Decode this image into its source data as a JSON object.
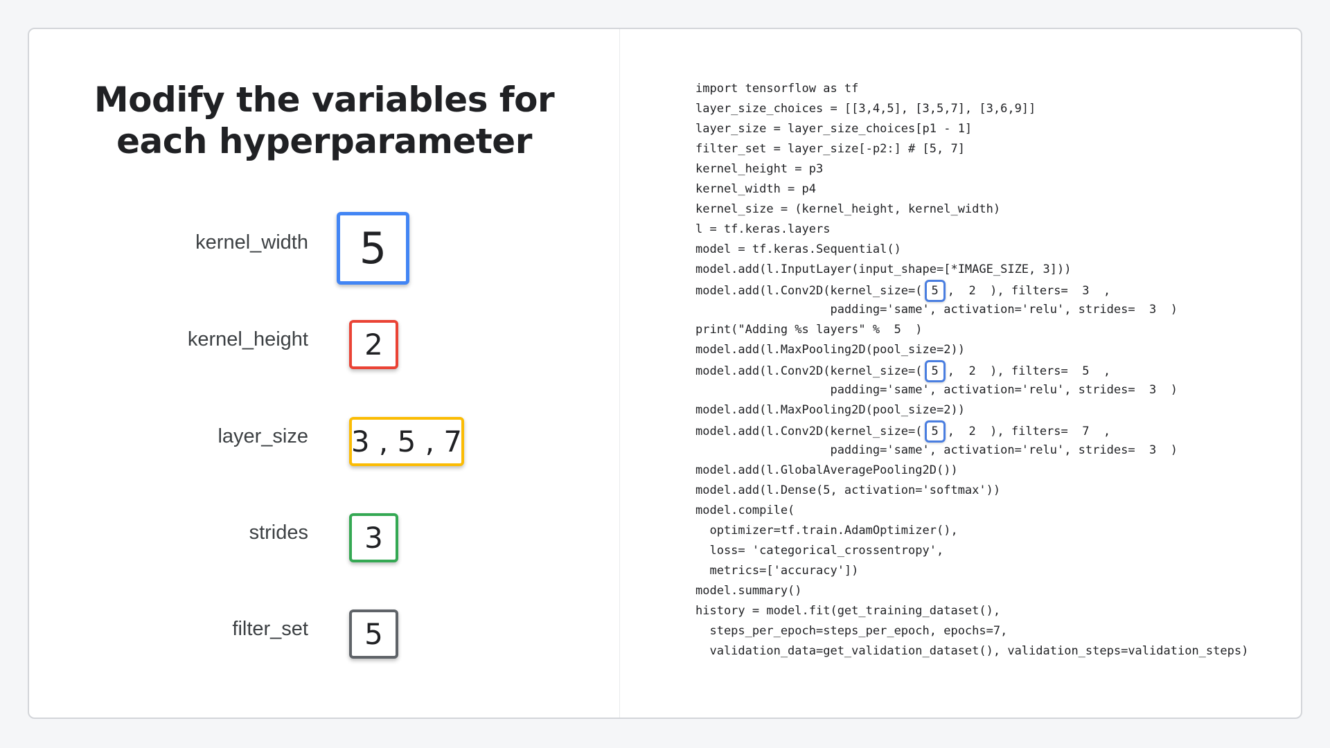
{
  "title": {
    "line1": "Modify the variables for",
    "line2": "each hyperparameter"
  },
  "colors": {
    "kernel_width": "#4285f4",
    "kernel_height": "#ea4335",
    "layer_size": "#fbbc04",
    "strides": "#34a853",
    "filter_set": "#5f6368",
    "code_highlight": "#4a7ee0"
  },
  "variables": [
    {
      "label": "kernel_width",
      "value": "5"
    },
    {
      "label": "kernel_height",
      "value": "2"
    },
    {
      "label": "layer_size",
      "value": "3 , 5 , 7"
    },
    {
      "label": "strides",
      "value": "3"
    },
    {
      "label": "filter_set",
      "value": "5"
    }
  ],
  "code": {
    "l0": "import tensorflow as tf",
    "l1": "layer_size_choices = [[3,4,5], [3,5,7], [3,6,9]]",
    "l2": "layer_size = layer_size_choices[p1 - 1]",
    "l3": "filter_set = layer_size[-p2:] # [5, 7]",
    "l4": "kernel_height = p3",
    "l5": "kernel_width = p4",
    "l6": "kernel_size = (kernel_height, kernel_width)",
    "l7": "l = tf.keras.layers",
    "l8": "model = tf.keras.Sequential()",
    "l9": "model.add(l.InputLayer(input_shape=[*IMAGE_SIZE, 3]))",
    "l10a": "model.add(l.Conv2D(kernel_size=(",
    "l10hl": "5",
    "l10b": ",  2  ), filters=  3  ,",
    "l11": "                   padding='same', activation='relu', strides=  3  )",
    "l12": "print(\"Adding %s layers\" %  5  )",
    "l13": "model.add(l.MaxPooling2D(pool_size=2))",
    "l14a": "model.add(l.Conv2D(kernel_size=(",
    "l14hl": "5",
    "l14b": ",  2  ), filters=  5  ,",
    "l15": "                   padding='same', activation='relu', strides=  3  )",
    "l16": "model.add(l.MaxPooling2D(pool_size=2))",
    "l17a": "model.add(l.Conv2D(kernel_size=(",
    "l17hl": "5",
    "l17b": ",  2  ), filters=  7  ,",
    "l18": "                   padding='same', activation='relu', strides=  3  )",
    "l19": "model.add(l.GlobalAveragePooling2D())",
    "l20": "model.add(l.Dense(5, activation='softmax'))",
    "l21": "model.compile(",
    "l22": "  optimizer=tf.train.AdamOptimizer(),",
    "l23": "  loss= 'categorical_crossentropy',",
    "l24": "  metrics=['accuracy'])",
    "l25": "model.summary()",
    "l26": "history = model.fit(get_training_dataset(),",
    "l27": "  steps_per_epoch=steps_per_epoch, epochs=7,",
    "l28": "  validation_data=get_validation_dataset(), validation_steps=validation_steps)"
  }
}
